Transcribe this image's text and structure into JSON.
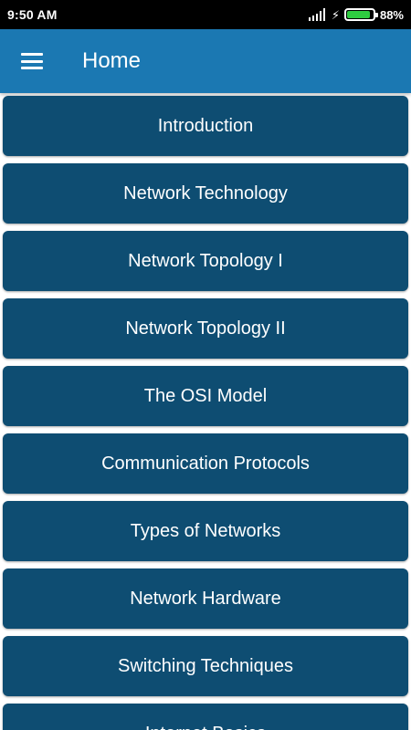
{
  "status_bar": {
    "time": "9:50 AM",
    "battery_percent": "88%",
    "battery_level": 0.88,
    "icons": [
      "signal-icon",
      "charging-bolt-icon",
      "battery-icon"
    ]
  },
  "app_bar": {
    "title": "Home",
    "menu_icon": "hamburger-menu-icon",
    "color": "#1b78b2"
  },
  "topics": [
    {
      "label": "Introduction"
    },
    {
      "label": "Network Technology"
    },
    {
      "label": "Network Topology I"
    },
    {
      "label": "Network Topology II"
    },
    {
      "label": "The OSI Model"
    },
    {
      "label": "Communication Protocols"
    },
    {
      "label": "Types of Networks"
    },
    {
      "label": "Network Hardware"
    },
    {
      "label": "Switching Techniques"
    },
    {
      "label": "Internet Basics"
    }
  ],
  "colors": {
    "topic_button": "#0e4d72",
    "status_bar": "#000000",
    "battery": "#2ecc40"
  }
}
